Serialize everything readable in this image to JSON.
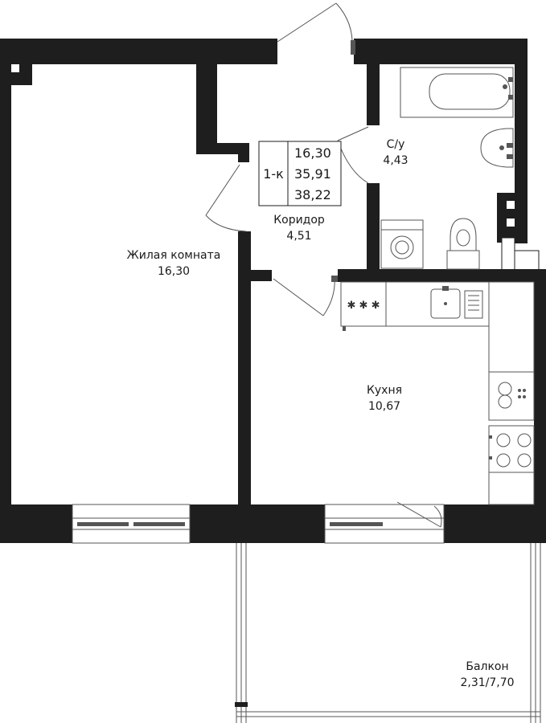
{
  "plan": {
    "unit_type": "1-к",
    "areas": {
      "living": "16,30",
      "total": "35,91",
      "with_balcony": "38,22"
    }
  },
  "rooms": {
    "living": {
      "name": "Жилая комната",
      "area": "16,30"
    },
    "corridor": {
      "name": "Коридор",
      "area": "4,51"
    },
    "bathroom": {
      "name": "С/у",
      "area": "4,43"
    },
    "kitchen": {
      "name": "Кухня",
      "area": "10,67"
    },
    "balcony": {
      "name": "Балкон",
      "area": "2,31/7,70"
    }
  },
  "stove_symbol": "✱ ✱ ✱",
  "colors": {
    "wall": "#1e1e1e",
    "background": "#ffffff",
    "text": "#1a1a1a"
  }
}
